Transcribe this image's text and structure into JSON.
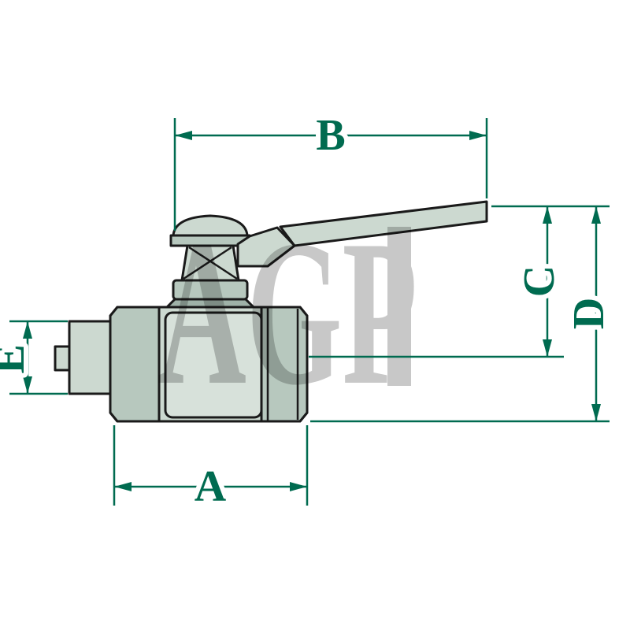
{
  "colors": {
    "background": "#ffffff",
    "dimension": "#006B50",
    "outline": "#1a1a1a",
    "fill_light": "#ccd9d0",
    "fill_mid": "#b7c8be",
    "fill_panel": "#d7e1da",
    "fill_dark": "#9fb2a8",
    "watermark": "#c8c8c8"
  },
  "drawing": {
    "type": "ball-valve-side-view-dimension-diagram",
    "watermark_text": "AGP",
    "dimension_labels": {
      "a": "A",
      "b": "B",
      "c": "C",
      "d": "D",
      "e": "E"
    }
  }
}
